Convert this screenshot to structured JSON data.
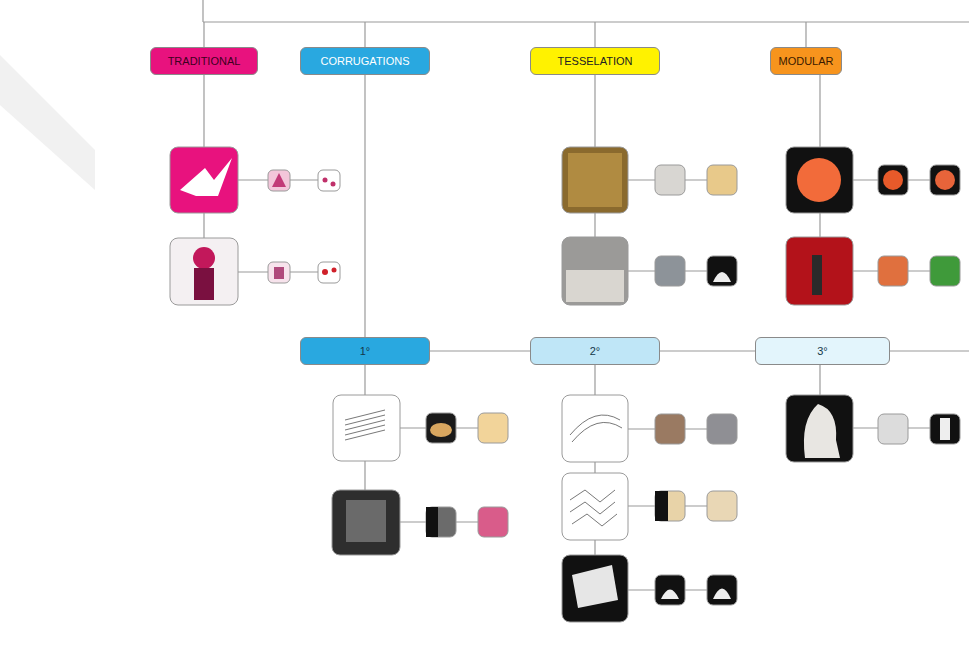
{
  "diagram": {
    "nodes": [
      {
        "text": [
          "TRADITIONAL"
        ]
      },
      {
        "text": [
          "CORRUGATIONS"
        ]
      },
      {
        "text": [
          "TESSELATION"
        ]
      },
      {
        "text": [
          "MODULAR"
        ]
      },
      {
        "text": [
          "1°"
        ]
      },
      {
        "text": [
          "2°"
        ]
      },
      {
        "text": [
          "3°"
        ]
      }
    ],
    "edges": [
      {
        "from": 1,
        "to": 4,
        "arrow": "none"
      },
      {
        "from": 4,
        "to": 5,
        "arrow": "none"
      },
      {
        "from": 5,
        "to": 6,
        "arrow": "none"
      }
    ]
  }
}
